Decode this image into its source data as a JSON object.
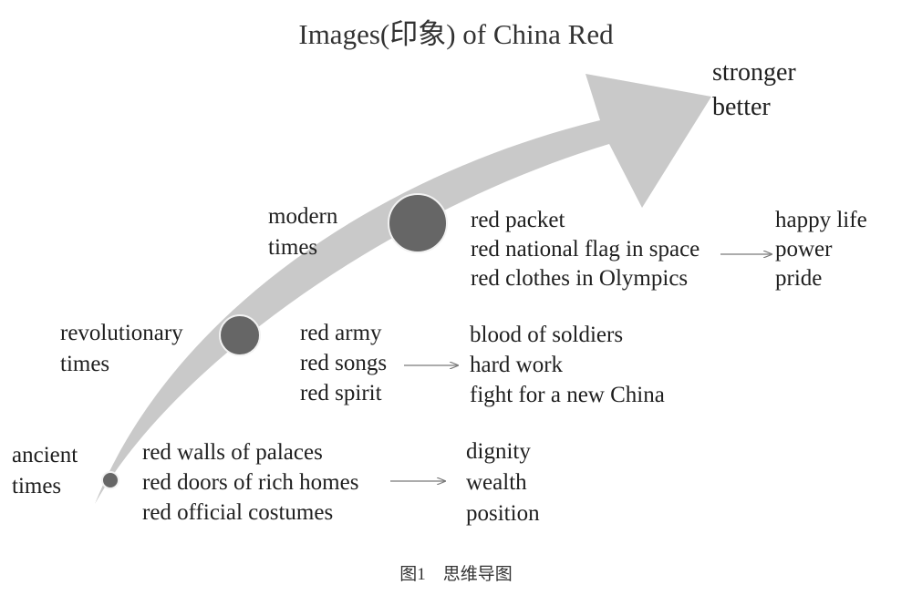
{
  "title": "Images(印象) of China Red",
  "goal": {
    "lines": [
      "stronger",
      "better"
    ]
  },
  "stages": [
    {
      "era_lines": [
        "ancient",
        "times"
      ],
      "symbols": [
        "red walls of palaces",
        "red doors of rich homes",
        "red official costumes"
      ],
      "meanings": [
        "dignity",
        "wealth",
        "position"
      ]
    },
    {
      "era_lines": [
        "revolutionary",
        "times"
      ],
      "symbols": [
        "red army",
        "red songs",
        "red spirit"
      ],
      "meanings": [
        "blood of soldiers",
        "hard work",
        "fight for a new China"
      ]
    },
    {
      "era_lines": [
        "modern",
        "times"
      ],
      "symbols": [
        "red packet",
        "red national flag in space",
        "red clothes in Olympics"
      ],
      "meanings": [
        "happy life",
        "power",
        "pride"
      ]
    }
  ],
  "caption": "图1　思维导图",
  "colors": {
    "arrow_fill": "#c9c9c9",
    "node_fill": "#666666",
    "node_stroke": "#f2f2f2",
    "connector": "#7a7a7a",
    "text": "#1f1f1f"
  }
}
